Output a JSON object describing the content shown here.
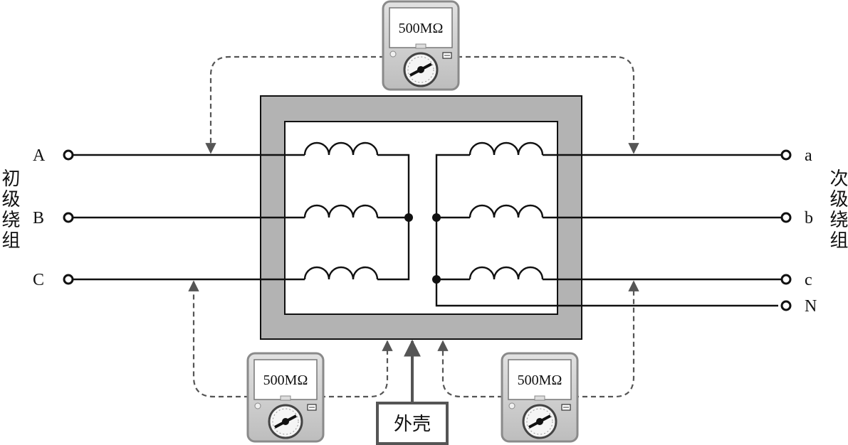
{
  "primary_terminals": [
    "A",
    "B",
    "C"
  ],
  "secondary_terminals": [
    "a",
    "b",
    "c",
    "N"
  ],
  "primary_label": "初级绕组",
  "secondary_label": "次级绕组",
  "meters": [
    {
      "label": "500MΩ",
      "connects": "primary-secondary"
    },
    {
      "label": "500MΩ",
      "connects": "primary-shell"
    },
    {
      "label": "500MΩ",
      "connects": "secondary-shell"
    }
  ],
  "shell_label": "外壳",
  "colors": {
    "core": "#b3b3b3",
    "line": "#111111",
    "dashed": "#555555",
    "meter_body": "#cfcfcf",
    "meter_frame": "#9a9a9a"
  }
}
